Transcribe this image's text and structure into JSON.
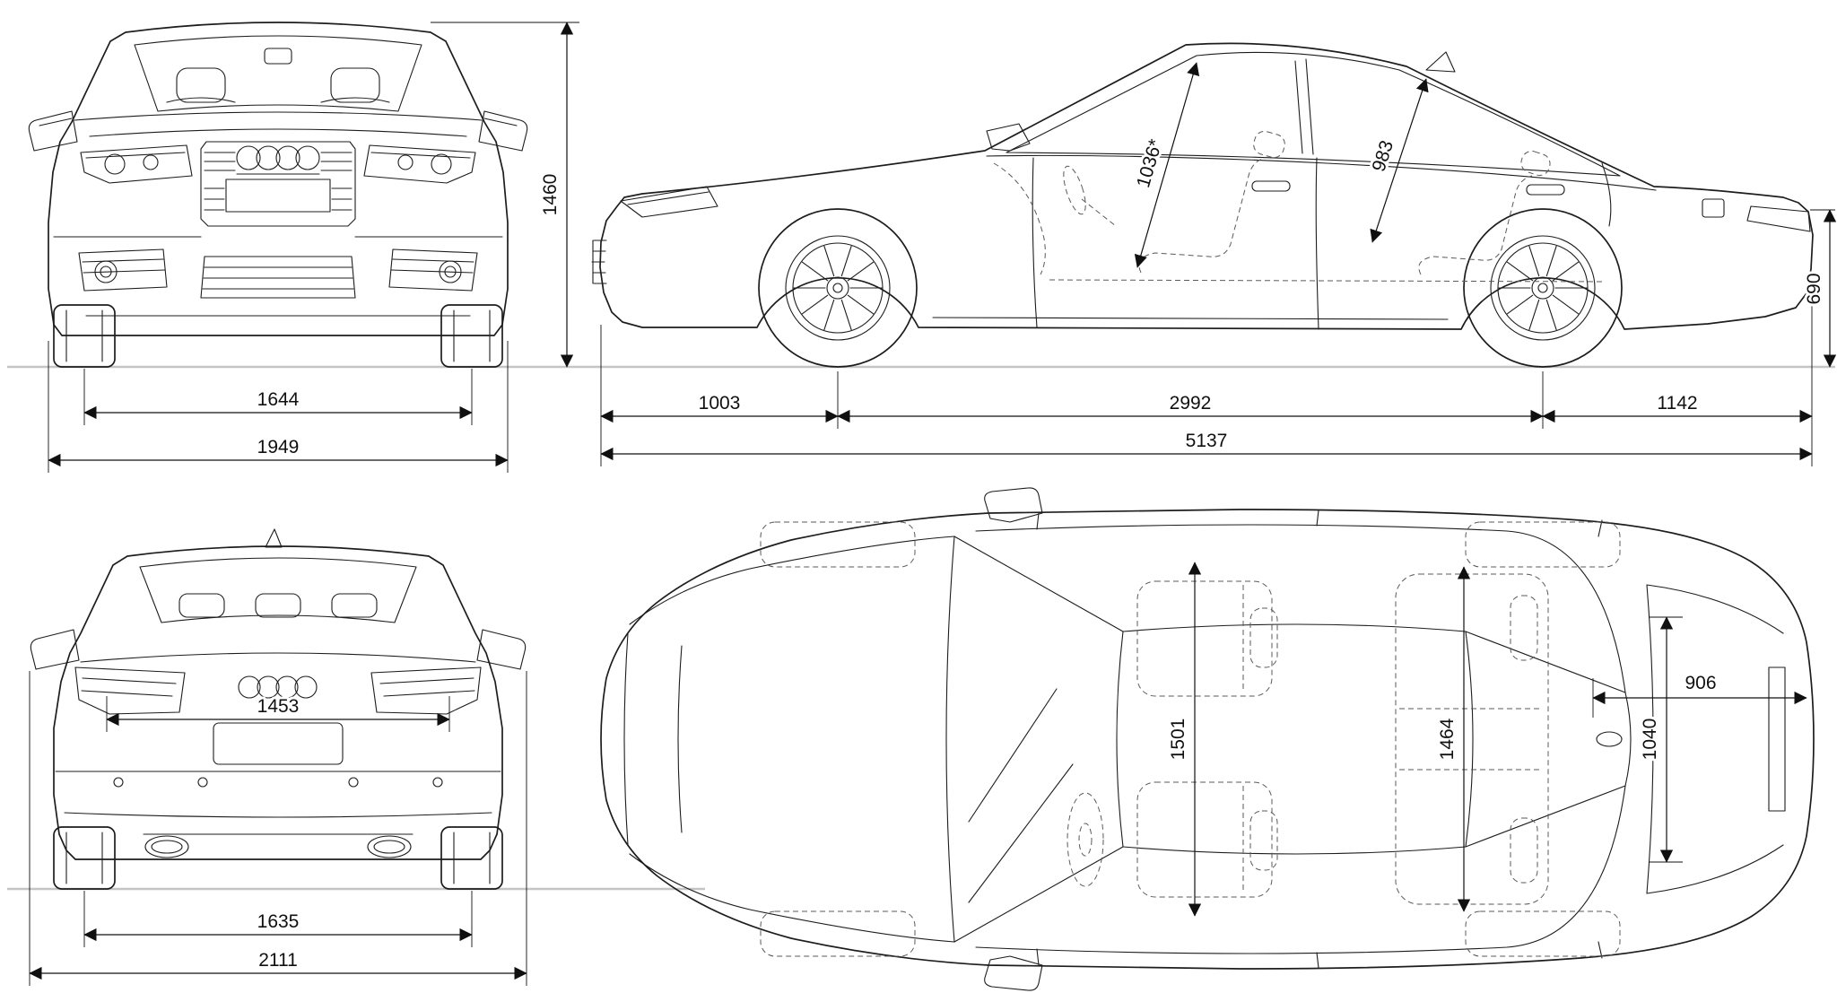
{
  "drawing": {
    "front": {
      "track": "1644",
      "width": "1949",
      "height": "1460"
    },
    "side": {
      "front_overhang": "1003",
      "wheelbase": "2992",
      "rear_overhang": "1142",
      "length": "5137",
      "rear_deck_height": "690",
      "front_headroom": "1036*",
      "rear_headroom": "983"
    },
    "rear": {
      "inner_width": "1453",
      "track": "1635",
      "width_with_mirrors": "2111"
    },
    "top": {
      "front_cabin_width": "1501",
      "rear_cabin_width": "1464",
      "trunk_length": "906",
      "trunk_width": "1040"
    }
  },
  "colors": {
    "line": "#1d1d1d",
    "dimension": "#101010",
    "hidden": "#5a5a5a",
    "ground": "#c4c4c4",
    "background": "#ffffff"
  }
}
